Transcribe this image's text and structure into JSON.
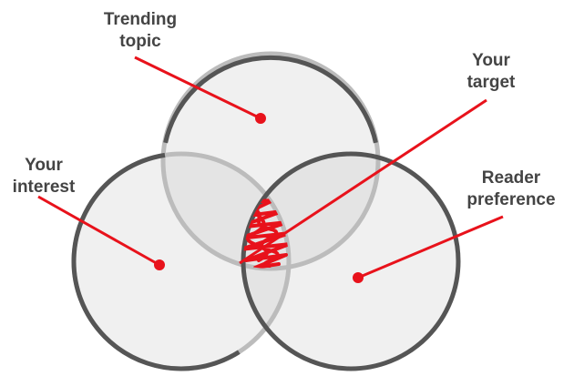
{
  "colors": {
    "circle_fill": "#f0f0f0",
    "circle_stroke_front": "#555555",
    "circle_stroke_back": "#bcbcbc",
    "overlap_fill": "#e4e4e4",
    "accent": "#e8121b",
    "label_text": "#444444"
  },
  "labels": {
    "trending": {
      "line1": "Trending",
      "line2": "topic"
    },
    "target": {
      "line1": "Your",
      "line2": "target"
    },
    "interest": {
      "line1": "Your",
      "line2": "interest"
    },
    "reader": {
      "line1": "Reader",
      "line2": "preference"
    }
  }
}
